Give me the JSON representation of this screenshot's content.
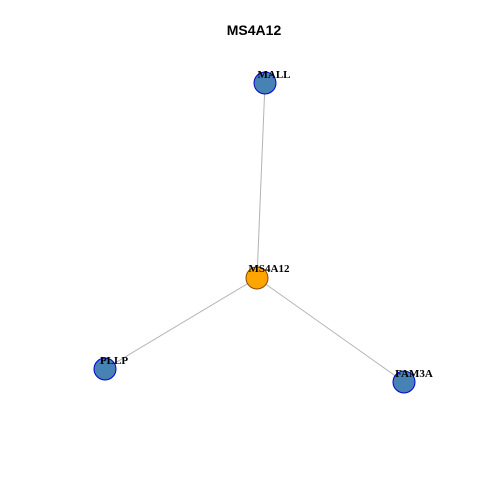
{
  "title": "MS4A12",
  "colors": {
    "center_fill": "#FFA500",
    "center_stroke": "#8B4A00",
    "neighbor_fill": "#4682B4",
    "neighbor_stroke": "#0000CD",
    "edge": "#B3B3B3"
  },
  "graph": {
    "nodes": [
      {
        "id": "MS4A12",
        "label": "MS4A12",
        "role": "center"
      },
      {
        "id": "MALL",
        "label": "MALL",
        "role": "neighbor"
      },
      {
        "id": "PLLP",
        "label": "PLLP",
        "role": "neighbor"
      },
      {
        "id": "FAM3A",
        "label": "FAM3A",
        "role": "neighbor"
      }
    ],
    "edges": [
      {
        "source": "MS4A12",
        "target": "MALL"
      },
      {
        "source": "MS4A12",
        "target": "PLLP"
      },
      {
        "source": "MS4A12",
        "target": "FAM3A"
      }
    ]
  }
}
